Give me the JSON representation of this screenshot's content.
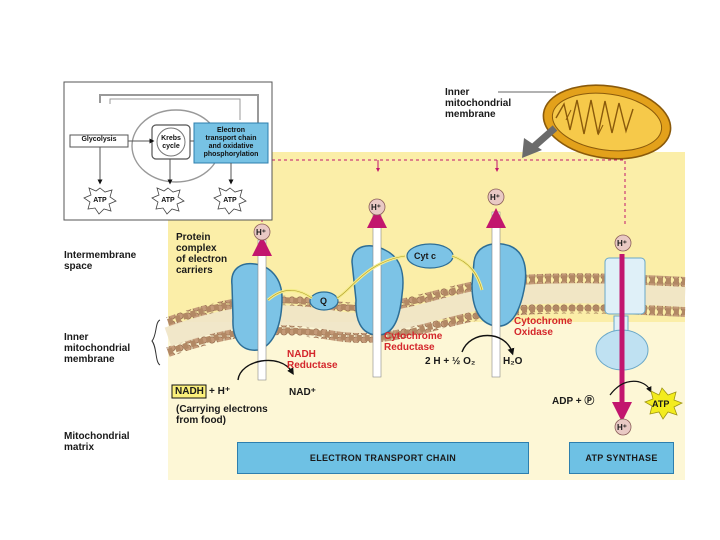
{
  "overview": {
    "glycolysis": "Glycolysis",
    "krebs": "Krebs\ncycle",
    "etc_box": "Electron\ntransport chain\nand oxidative\nphosphorylation",
    "atp": [
      "ATP",
      "ATP",
      "ATP"
    ]
  },
  "labels": {
    "inner_membrane_top": "Inner\nmitochondrial\nmembrane",
    "intermembrane_space": "Intermembrane\nspace",
    "inner_membrane_left": "Inner\nmitochondrial\nmembrane",
    "matrix": "Mitochondrial\nmatrix",
    "protein_complex": "Protein\ncomplex\nof electron\ncarriers",
    "nadh_reductase": "NADH\nReductase",
    "cytochrome_reductase": "Cytochrome\nReductase",
    "cytochrome_oxidase": "Cytochrome\nOxidase",
    "carrying": "(Carrying electrons\nfrom food)",
    "cyt_c": "Cyt c",
    "q": "Q",
    "h_plus": "H⁺",
    "nadh": "NADH",
    "plus_h": "+ H⁺",
    "nad": "NAD⁺",
    "water_in": "2 H + ½ O₂",
    "water_out": "H₂O",
    "adp": "ADP + Ⓟ",
    "atp": "ATP"
  },
  "bars": {
    "etc": "ELECTRON TRANSPORT CHAIN",
    "atp_synthase": "ATP SYNTHASE"
  },
  "colors": {
    "intermembrane": "#fbeea8",
    "matrix": "#fdf7d6",
    "protein": "#7cc3e6",
    "h_arrow": "#c2166e",
    "label_red": "#d4262b",
    "mito_orange": "#e3a11b"
  }
}
